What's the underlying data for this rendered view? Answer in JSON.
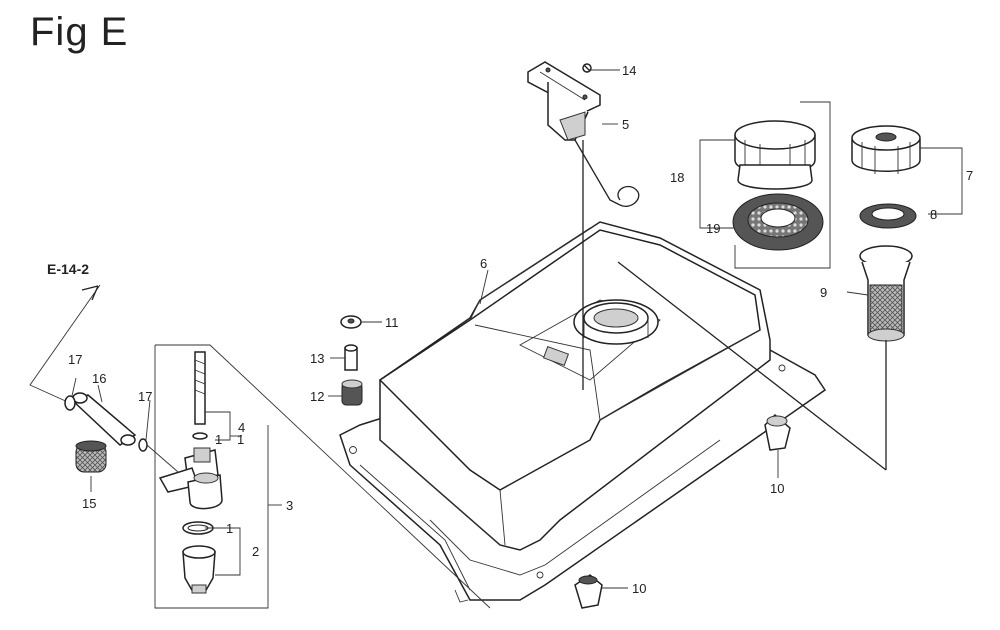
{
  "title": "Fig E",
  "reference": "E-14-2",
  "callouts": [
    "1",
    "1",
    "1",
    "2",
    "3",
    "4",
    "5",
    "6",
    "7",
    "8",
    "9",
    "10",
    "10",
    "11",
    "12",
    "13",
    "14",
    "15",
    "16",
    "17",
    "17",
    "18",
    "19"
  ]
}
